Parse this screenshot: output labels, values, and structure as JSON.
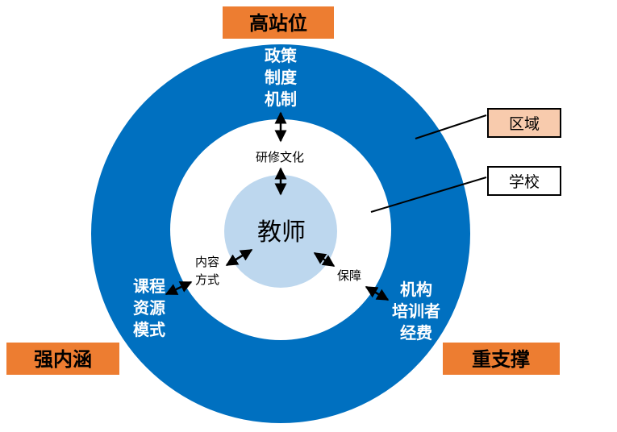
{
  "title": "高站位",
  "corner_labels": {
    "bottom_left": "强内涵",
    "bottom_right": "重支撑"
  },
  "legend": {
    "region": "区域",
    "school": "学校"
  },
  "center": "教师",
  "outer_ring_texts": {
    "top": [
      "政策",
      "制度",
      "机制"
    ],
    "left": [
      "课程",
      "资源",
      "模式"
    ],
    "right": [
      "机构",
      "培训者",
      "经费"
    ]
  },
  "inner_ring_texts": {
    "top": "研修文化",
    "left": [
      "内容",
      "方式"
    ],
    "right": "保障"
  },
  "colors": {
    "orange": "#ED7D31",
    "outer_ring_blue": "#0070C0",
    "center_light_blue": "#BDD7EE",
    "region_box": "#F8CBAD"
  }
}
